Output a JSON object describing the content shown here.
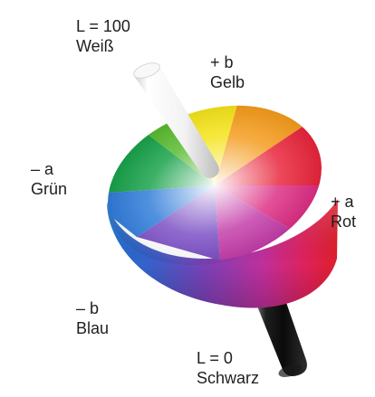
{
  "labels": {
    "l100_value": "L = 100",
    "l100_name": "Weiß",
    "plus_b_value": "+ b",
    "plus_b_name": "Gelb",
    "minus_a_value": "– a",
    "minus_a_name": "Grün",
    "plus_a_value": "+ a",
    "plus_a_name": "Rot",
    "minus_b_value": "– b",
    "minus_b_name": "Blau",
    "l0_value": "L = 0",
    "l0_name": "Schwarz"
  },
  "colors": {
    "text": "#1f1f1f",
    "white_axis": "#f7f7f7",
    "black_axis": "#111111",
    "red": "#e8243a",
    "yellow": "#f4e31a",
    "green": "#18a14a",
    "blue": "#2f7bd8",
    "magenta": "#c33ca8"
  }
}
